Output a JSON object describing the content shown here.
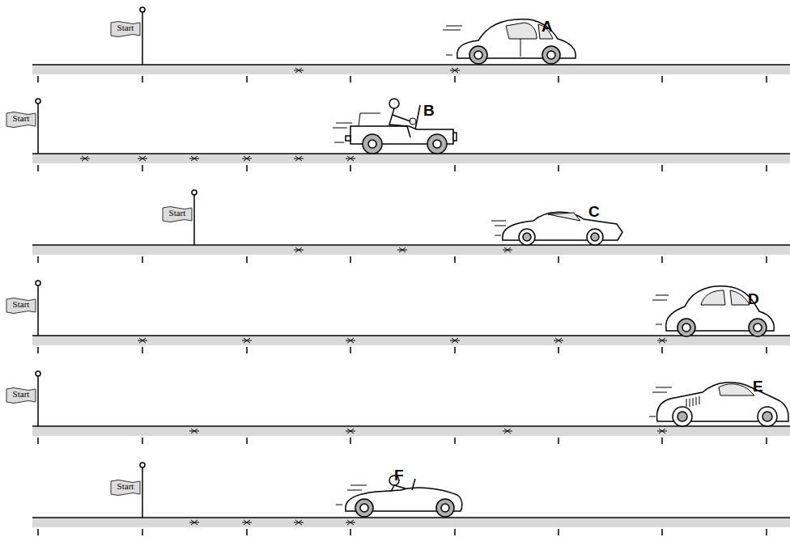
{
  "diagram": {
    "nodes": [
      {
        "text": [
          "Start"
        ]
      },
      {
        "text": [
          "A"
        ]
      },
      {
        "text": [
          "Start"
        ]
      },
      {
        "text": [
          "B"
        ]
      },
      {
        "text": [
          "Start"
        ]
      },
      {
        "text": [
          "C"
        ]
      },
      {
        "text": [
          "Start"
        ]
      },
      {
        "text": [
          "D"
        ]
      },
      {
        "text": [
          "Start"
        ]
      },
      {
        "text": [
          "E"
        ]
      },
      {
        "text": [
          "Start"
        ]
      },
      {
        "text": [
          "F"
        ]
      }
    ]
  }
}
